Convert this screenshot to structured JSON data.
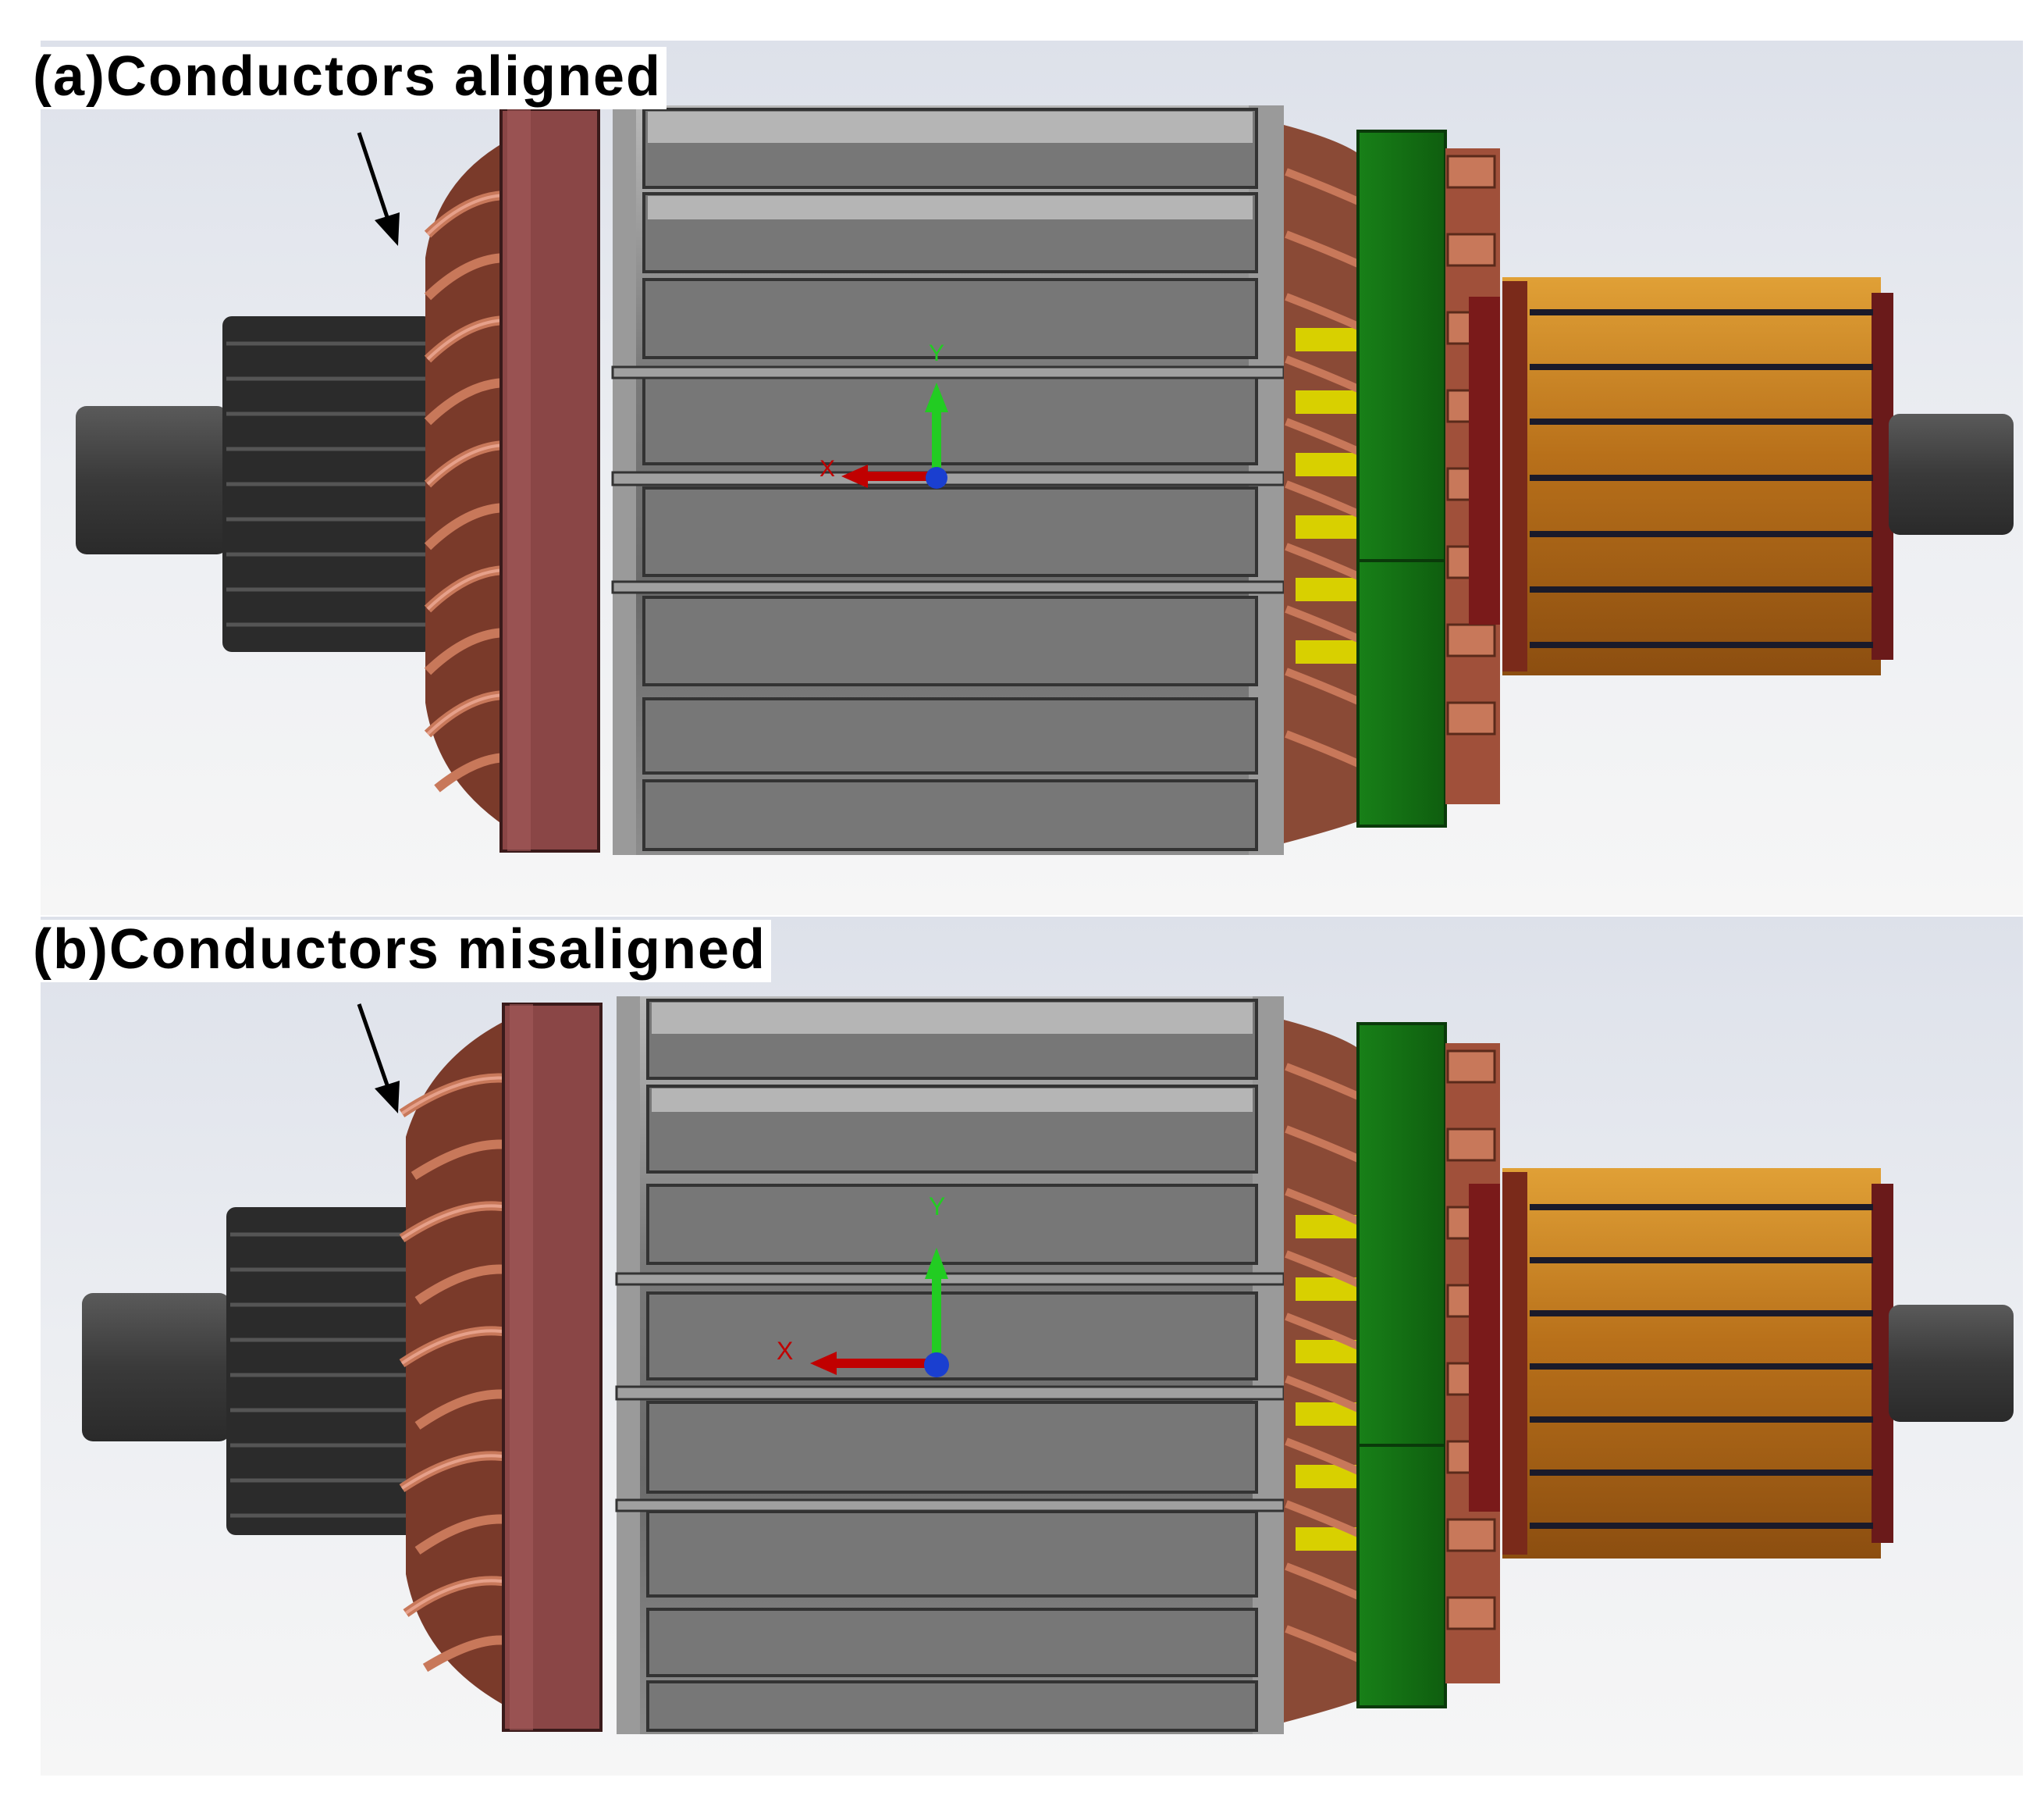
{
  "panels": [
    {
      "id": "a",
      "label": "(a)Conductors aligned",
      "axis_labels": {
        "x": "X",
        "y": "Y"
      }
    },
    {
      "id": "b",
      "label": "(b)Conductors misaligned",
      "axis_labels": {
        "x": "X",
        "y": "Y"
      }
    }
  ],
  "colors": {
    "background": "#dfe3ec",
    "shaft": "#3c3c3c",
    "pinion_gear": "#2b2b2b",
    "winding_copper": "#b3664a",
    "end_ring": "#8a4646",
    "core_lamination": "#6e6e6e",
    "insulation_yellow": "#d8d000",
    "green_band": "#1c7a1c",
    "commutator": "#c97e1a",
    "commutator_slot": "#1a1a2a",
    "axis_x": "#c00000",
    "axis_y": "#22cc22",
    "axis_origin": "#1a3fd0"
  }
}
